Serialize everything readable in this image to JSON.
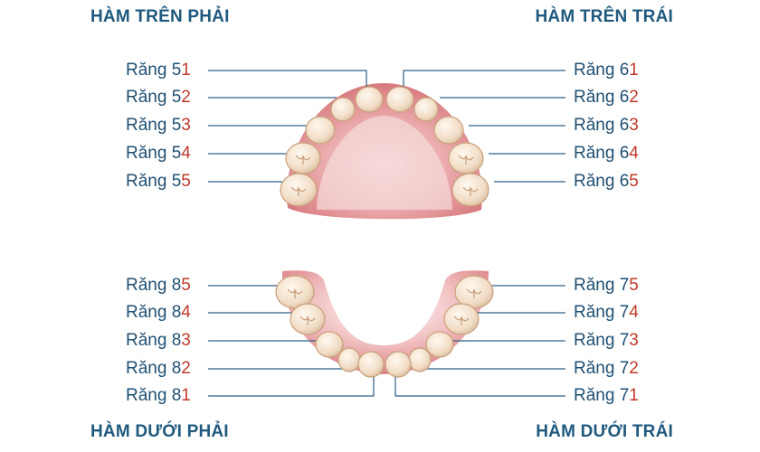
{
  "quadrants": {
    "upper_right": "HÀM TRÊN PHẢI",
    "upper_left": "HÀM TRÊN TRÁI",
    "lower_right": "HÀM DƯỚI PHẢI",
    "lower_left": "HÀM DƯỚI TRÁI"
  },
  "prefix": "Răng ",
  "upper_right_teeth": [
    {
      "d1": "5",
      "d2": "1"
    },
    {
      "d1": "5",
      "d2": "2"
    },
    {
      "d1": "5",
      "d2": "3"
    },
    {
      "d1": "5",
      "d2": "4"
    },
    {
      "d1": "5",
      "d2": "5"
    }
  ],
  "upper_left_teeth": [
    {
      "d1": "6",
      "d2": "1"
    },
    {
      "d1": "6",
      "d2": "2"
    },
    {
      "d1": "6",
      "d2": "3"
    },
    {
      "d1": "6",
      "d2": "4"
    },
    {
      "d1": "6",
      "d2": "5"
    }
  ],
  "lower_right_teeth": [
    {
      "d1": "8",
      "d2": "5"
    },
    {
      "d1": "8",
      "d2": "4"
    },
    {
      "d1": "8",
      "d2": "3"
    },
    {
      "d1": "8",
      "d2": "2"
    },
    {
      "d1": "8",
      "d2": "1"
    }
  ],
  "lower_left_teeth": [
    {
      "d1": "7",
      "d2": "5"
    },
    {
      "d1": "7",
      "d2": "4"
    },
    {
      "d1": "7",
      "d2": "3"
    },
    {
      "d1": "7",
      "d2": "2"
    },
    {
      "d1": "7",
      "d2": "1"
    }
  ],
  "colors": {
    "heading": "#1f5a7e",
    "label": "#1f4f73",
    "accent_digit": "#c0392b",
    "gum": "#e7a3a6",
    "tooth": "#f3e2cf",
    "leader_line": "#2e5f86"
  }
}
